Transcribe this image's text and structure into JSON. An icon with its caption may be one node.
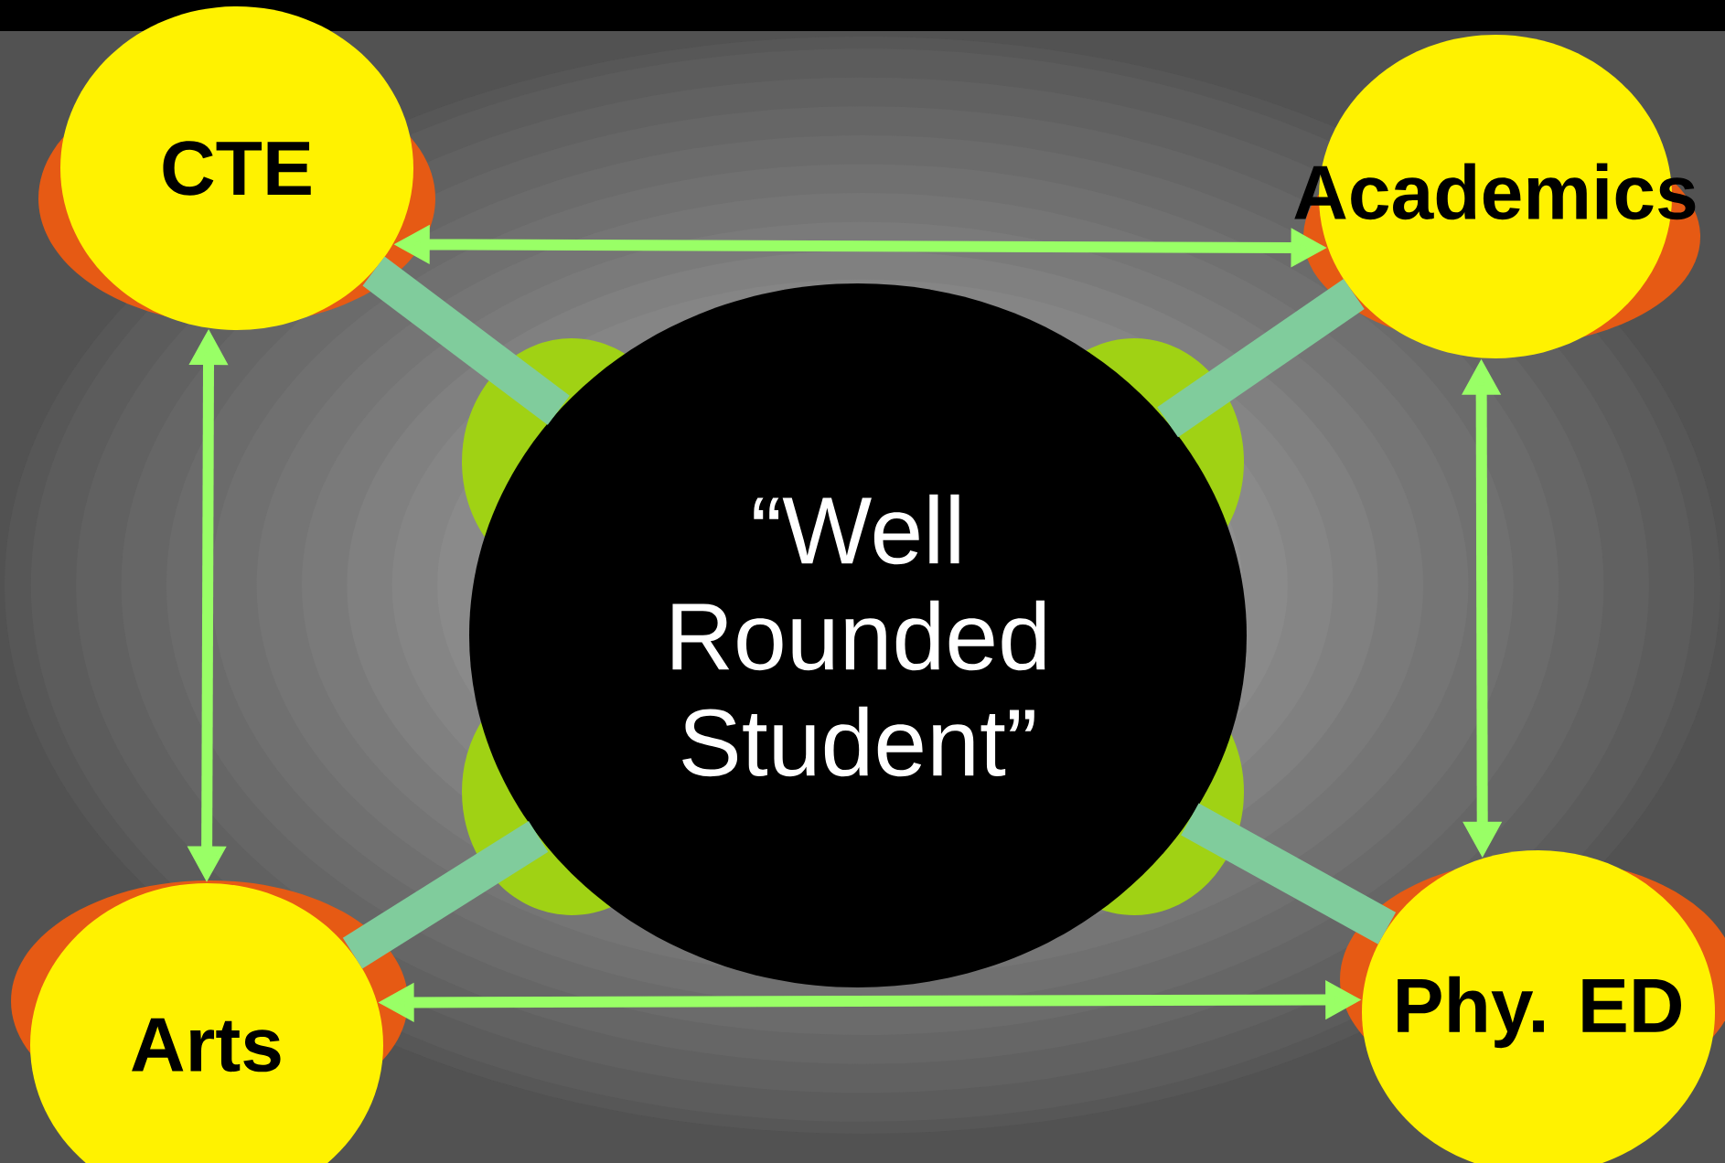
{
  "diagram": {
    "nodes": [
      {
        "text": [
          "CTE"
        ]
      },
      {
        "text": [
          "Academics"
        ]
      },
      {
        "text": [
          "“Well Rounded Student”"
        ]
      },
      {
        "text": [
          "Arts"
        ]
      },
      {
        "text": [
          "Phy. ED"
        ]
      }
    ],
    "edges": [
      {
        "from": 0,
        "to": 1,
        "arrow": "both"
      },
      {
        "from": 0,
        "to": 3,
        "arrow": "both"
      },
      {
        "from": 1,
        "to": 4,
        "arrow": "both"
      },
      {
        "from": 3,
        "to": 4,
        "arrow": "both"
      },
      {
        "from": 2,
        "to": 0,
        "arrow": "none",
        "style": "thick",
        "color": "#80cc9c"
      },
      {
        "from": 2,
        "to": 1,
        "arrow": "none",
        "style": "thick",
        "color": "#80cc9c"
      },
      {
        "from": 2,
        "to": 3,
        "arrow": "none",
        "style": "thick",
        "color": "#80cc9c"
      },
      {
        "from": 2,
        "to": 4,
        "arrow": "none",
        "style": "thick",
        "color": "#80cc9c"
      }
    ]
  }
}
